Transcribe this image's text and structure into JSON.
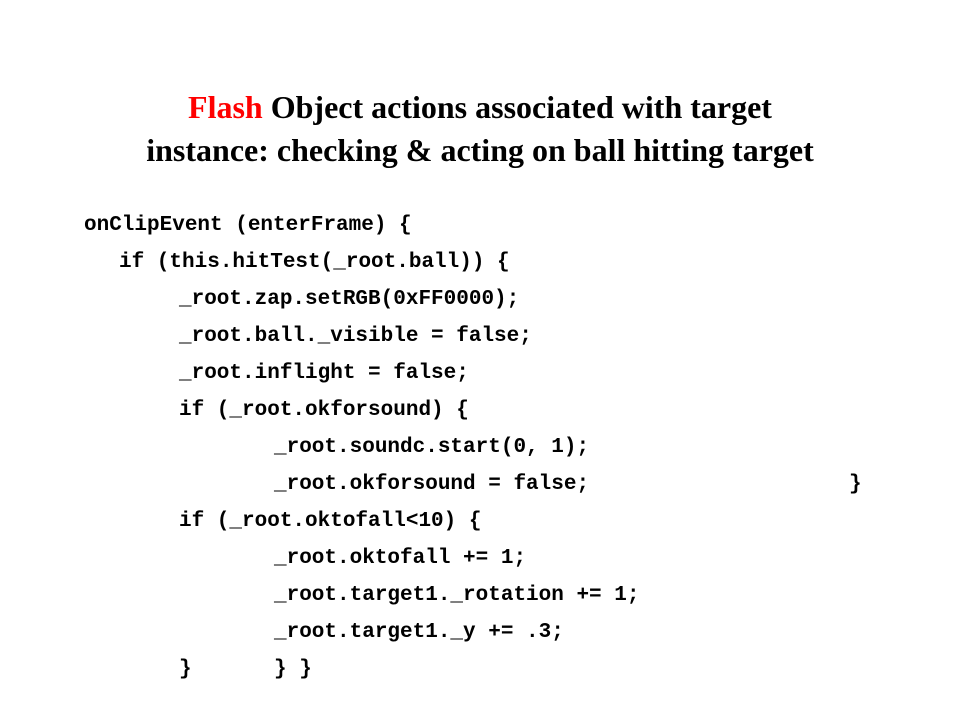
{
  "title": {
    "accent": "Flash",
    "line1_rest": " Object actions associated with target",
    "line2": "instance: checking & acting on ball hitting target"
  },
  "code": {
    "lines": [
      "onClipEvent (enterFrame) {",
      "if (this.hitTest(_root.ball)) {",
      "_root.zap.setRGB(0xFF0000);",
      "_root.ball._visible = false;",
      "_root.inflight = false;",
      "if (_root.okforsound) {",
      "_root.soundc.start(0, 1);",
      "_root.okforsound = false;",
      "}",
      "if (_root.oktofall<10) {",
      "_root.oktofall += 1;",
      "_root.target1._rotation += 1;",
      "_root.target1._y += .3;",
      "}",
      "} }"
    ]
  }
}
